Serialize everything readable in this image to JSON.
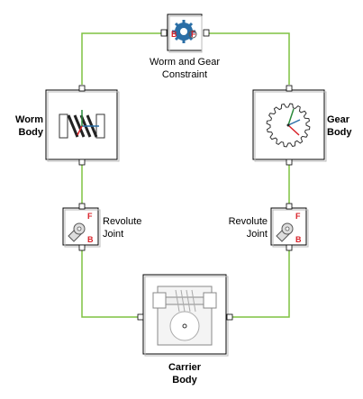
{
  "blocks": {
    "worm_gear_constraint": {
      "label": "Worm and Gear\nConstraint"
    },
    "worm_body": {
      "label": "Worm\nBody"
    },
    "gear_body": {
      "label": "Gear\nBody"
    },
    "revolute_left": {
      "label": "Revolute\nJoint"
    },
    "revolute_right": {
      "label": "Revolute\nJoint"
    },
    "carrier_body": {
      "label": "Carrier\nBody"
    }
  },
  "port_labels": {
    "base": "B",
    "follower": "F"
  },
  "colors": {
    "connection": "#7fc241",
    "block_border": "#000000",
    "port_red": "#d81f26",
    "gear_blue": "#2a6ea6"
  }
}
